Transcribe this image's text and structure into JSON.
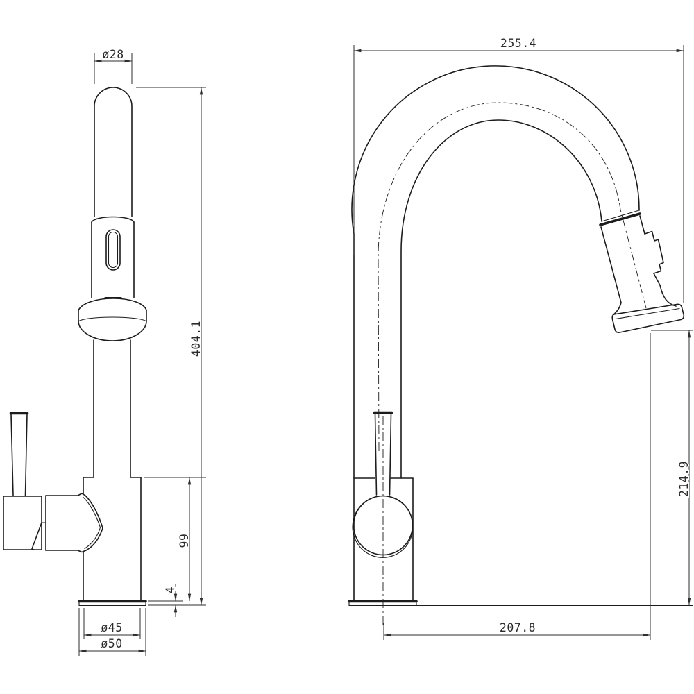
{
  "drawing": {
    "type": "technical-dimension-drawing",
    "subject": "pull-down kitchen faucet, front and side views",
    "colors": {
      "background": "#ffffff",
      "line": "#1c1c1c",
      "dim_line": "#2e2e2e",
      "text": "#2b2b2b"
    },
    "dims": {
      "head_diameter": "ø28",
      "overall_height": "404.1",
      "body_height": "99",
      "base_thickness": "4",
      "body_diameter": "ø45",
      "base_diameter": "ø50",
      "overall_depth": "255.4",
      "outlet_height": "214.9",
      "spout_reach": "207.8"
    }
  }
}
